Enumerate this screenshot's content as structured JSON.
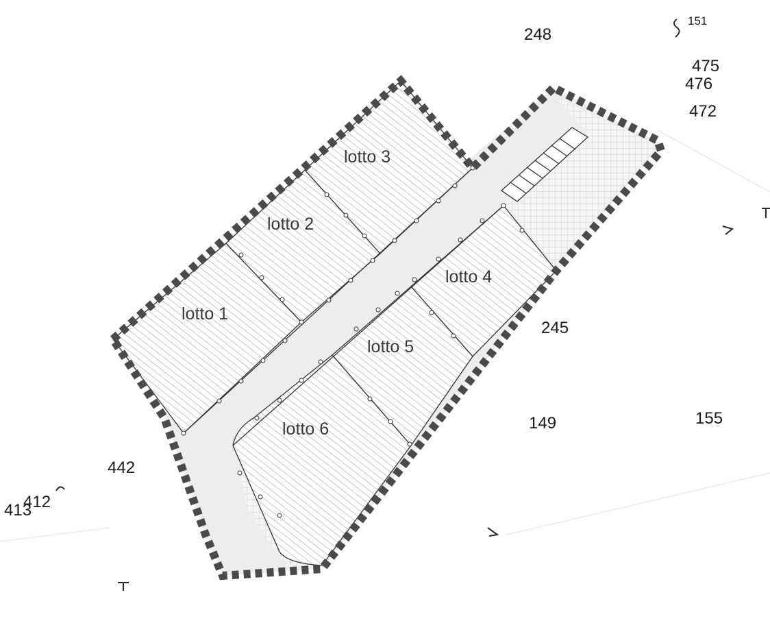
{
  "lots": [
    {
      "label": "lotto 1"
    },
    {
      "label": "lotto 2"
    },
    {
      "label": "lotto 3"
    },
    {
      "label": "lotto 4"
    },
    {
      "label": "lotto 5"
    },
    {
      "label": "lotto 6"
    }
  ],
  "parcels": {
    "p248": "248",
    "p151": "151",
    "p475": "475",
    "p476": "476",
    "p472": "472",
    "p245": "245",
    "p149": "149",
    "p155": "155",
    "p442": "442",
    "p412": "412",
    "p413": "413"
  },
  "colors": {
    "boundary": "#4a4a4a",
    "hatch": "#8c8c8c",
    "road_fill": "#eeeeee",
    "grid_fill": "#d6d6d6",
    "lines": "#333333",
    "text": "#1a1a1a"
  }
}
